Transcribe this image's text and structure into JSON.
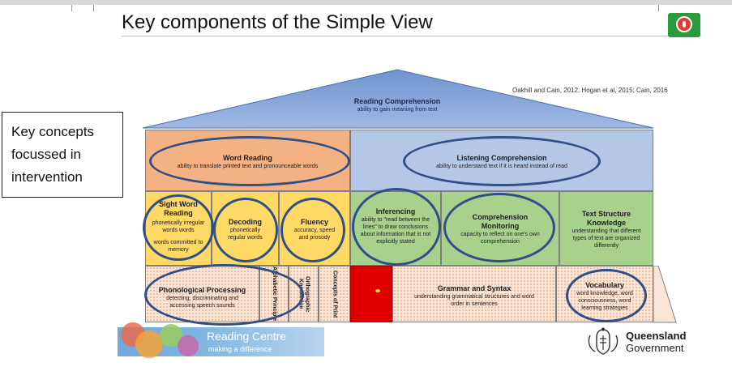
{
  "slide": {
    "title": "Key components of the Simple View",
    "citation": "Oakhill and Cain, 2012; Hogan et al, 2015; Cain, 2016",
    "logo_icon": "podcast-icon"
  },
  "key_box": {
    "text": "Key concepts\nfocussed in\nintervention"
  },
  "roof": {
    "title": "Reading Comprehension",
    "subtitle": "ability to gain meaning from text"
  },
  "tier2": {
    "word_reading": {
      "title": "Word Reading",
      "subtitle": "ability to translate printed text and pronounceable words"
    },
    "listening_comprehension": {
      "title": "Listening Comprehension",
      "subtitle": "ability to understand text if it is heard instead of read"
    }
  },
  "tier3": [
    {
      "title": "Sight Word Reading",
      "subtitle": "phonetically irregular words words",
      "subtitle2": "words committed to memory"
    },
    {
      "title": "Decoding",
      "subtitle": "phonetically regular words"
    },
    {
      "title": "Fluency",
      "subtitle": "accuracy, speed and prosody"
    },
    {
      "title": "Inferencing",
      "subtitle": "ability to \"read between the lines\" to draw conclusions about information that is not explicitly stated"
    },
    {
      "title": "Comprehension Monitoring",
      "subtitle": "capacity to reflect on one's own comprehension"
    },
    {
      "title": "Text Structure Knowledge",
      "subtitle": "understanding that different types of text are organized differently"
    }
  ],
  "foundation": {
    "phonological": {
      "title": "Phonological Processing",
      "subtitle": "detecting, discriminating and accessing speech sounds"
    },
    "verticals": [
      "Alphabetic Principle",
      "Orthographic Knowledge",
      "Concepts of Print"
    ],
    "grammar": {
      "title": "Grammar and Syntax",
      "subtitle": "understanding grammatical structures and word order in sentences"
    },
    "vocabulary": {
      "title": "Vocabulary",
      "subtitle": "word knowledge, word consciousness, word learning strategies"
    }
  },
  "footer": {
    "centre_name": "Reading Centre",
    "tagline": "making a difference",
    "gov_line1": "Queensland",
    "gov_line2": "Government",
    "crest_icon": "coat-of-arms-icon"
  },
  "colors": {
    "roof": "#8eaadb",
    "word_reading": "#f4b183",
    "listening": "#b4c7e7",
    "decoding_row": "#ffd966",
    "language_row": "#a9d18e",
    "oval_stroke": "#2f4f87",
    "door": "#e00000"
  }
}
